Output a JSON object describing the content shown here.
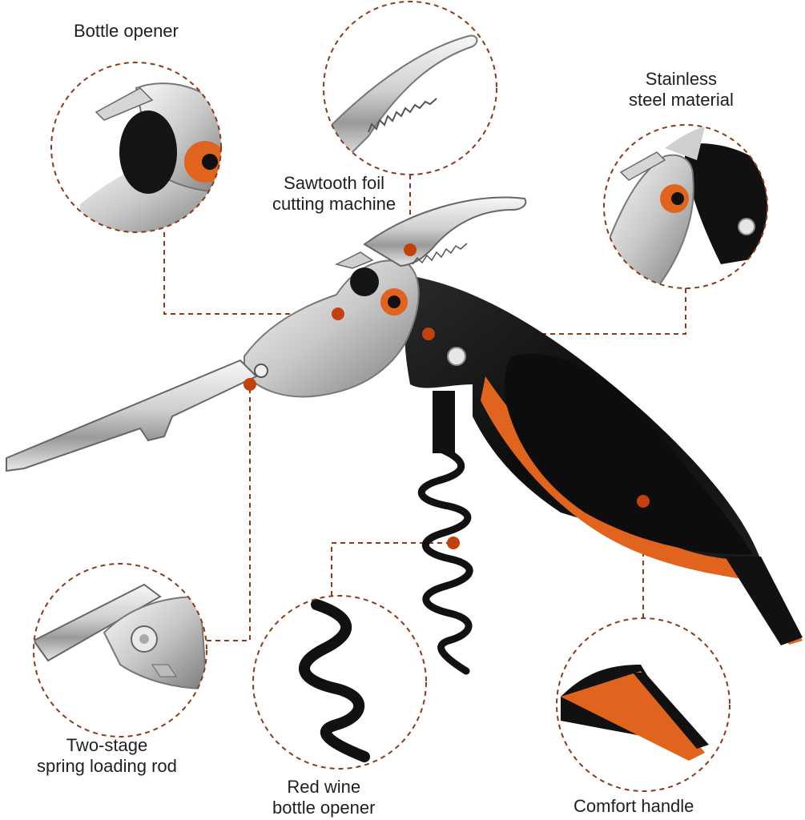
{
  "theme": {
    "accent_orange": "#e0631e",
    "dot_orange": "#c2410c",
    "dash_brown": "#8b3a1a",
    "handle_black": "#111111",
    "steel": "#d9d9d9"
  },
  "labels": {
    "bottle_opener": [
      "Bottle opener"
    ],
    "sawtooth_cutter": [
      "Sawtooth foil",
      "cutting machine"
    ],
    "stainless_steel": [
      "Stainless",
      "steel material"
    ],
    "spring_rod": [
      "Two-stage",
      "spring loading rod"
    ],
    "wine_opener": [
      "Red wine",
      "bottle opener"
    ],
    "comfort_handle": [
      "Comfort handle"
    ]
  },
  "icons": {
    "product": "corkscrew-bird-icon",
    "detail_views": [
      "bottle-opener-closeup",
      "serrated-blade-closeup",
      "steel-joint-closeup",
      "spring-rod-closeup",
      "spiral-worm-closeup",
      "handle-tip-closeup"
    ]
  }
}
